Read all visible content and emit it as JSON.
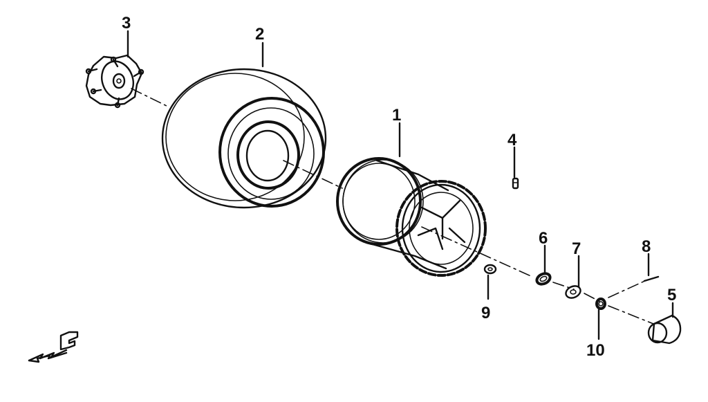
{
  "diagram": {
    "callouts": [
      {
        "id": "1",
        "label": "1"
      },
      {
        "id": "2",
        "label": "2"
      },
      {
        "id": "3",
        "label": "3"
      },
      {
        "id": "4",
        "label": "4"
      },
      {
        "id": "5",
        "label": "5"
      },
      {
        "id": "6",
        "label": "6"
      },
      {
        "id": "7",
        "label": "7"
      },
      {
        "id": "8",
        "label": "8"
      },
      {
        "id": "9",
        "label": "9"
      },
      {
        "id": "10",
        "label": "10"
      }
    ],
    "direction_marker": {
      "label": "F",
      "icon": "forward-arrow-icon"
    },
    "colors": {
      "ink": "#111111",
      "paper": "#ffffff"
    }
  }
}
